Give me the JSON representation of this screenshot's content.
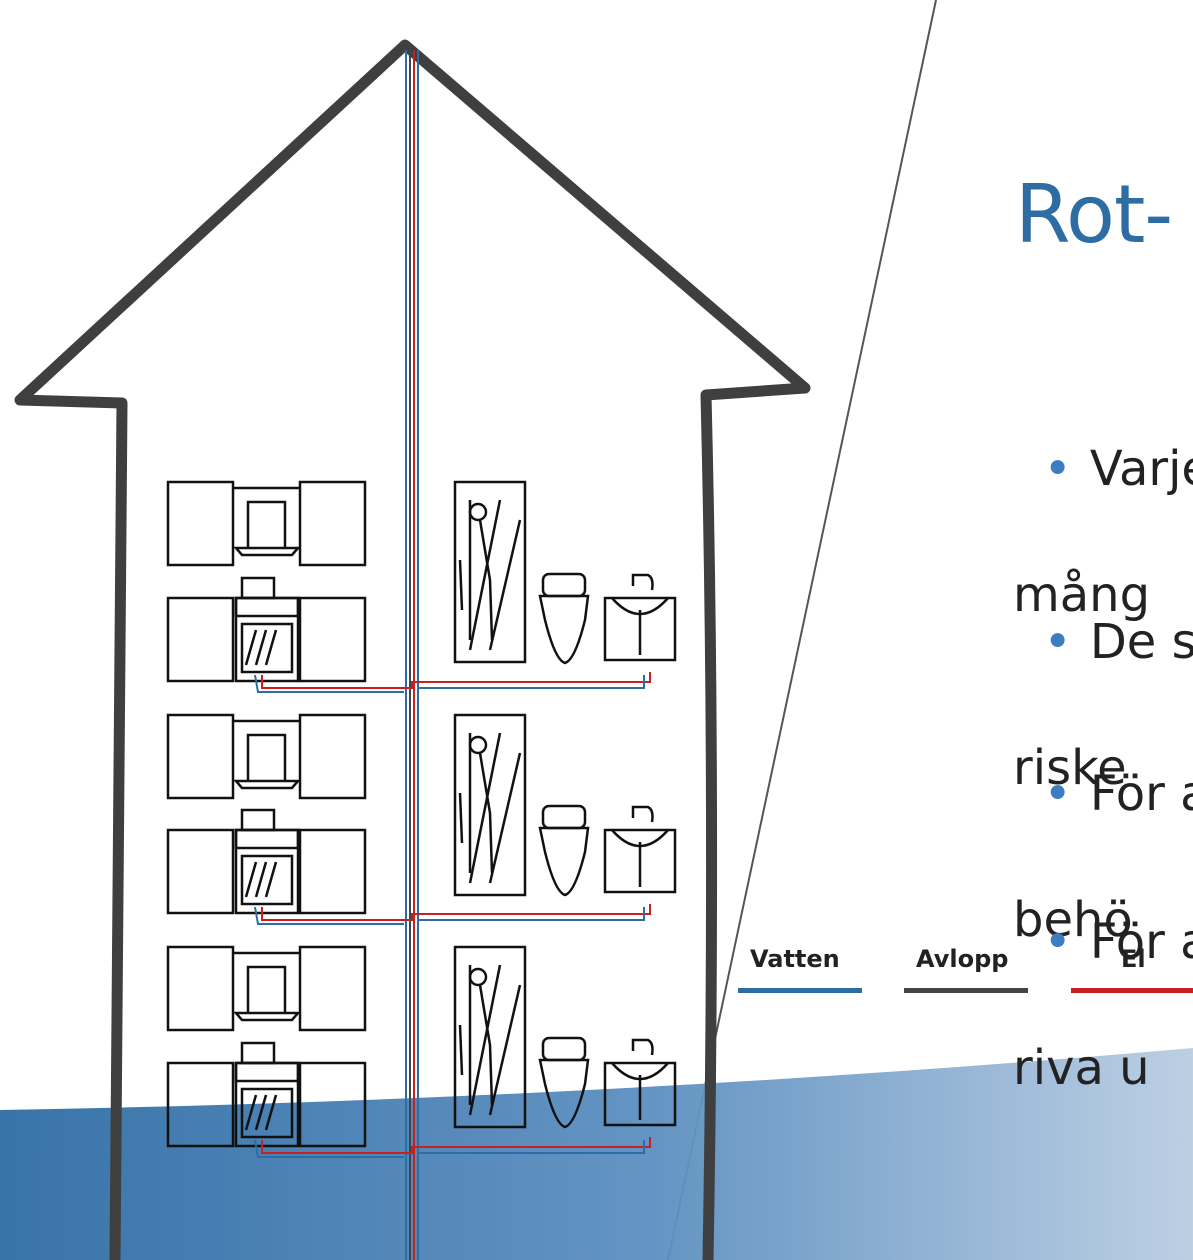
{
  "title": "Rot-",
  "bullets": [
    {
      "line1": "Varje",
      "line2": "mång"
    },
    {
      "line1": "De sl",
      "line2": "riske"
    },
    {
      "line1": "För a",
      "line2": "behö"
    },
    {
      "line1": "För a",
      "line2": "riva u"
    }
  ],
  "legend": [
    {
      "label": "Vatten",
      "color": "#2e6ca4"
    },
    {
      "label": "Avlopp",
      "color": "#444444"
    },
    {
      "label": "El",
      "color": "#c8201f"
    }
  ],
  "colors": {
    "house_outline": "#3f3f3f",
    "water": "#2e6ca4",
    "drain": "#444444",
    "electric": "#c8201f",
    "accent": "#3b7dc0"
  }
}
